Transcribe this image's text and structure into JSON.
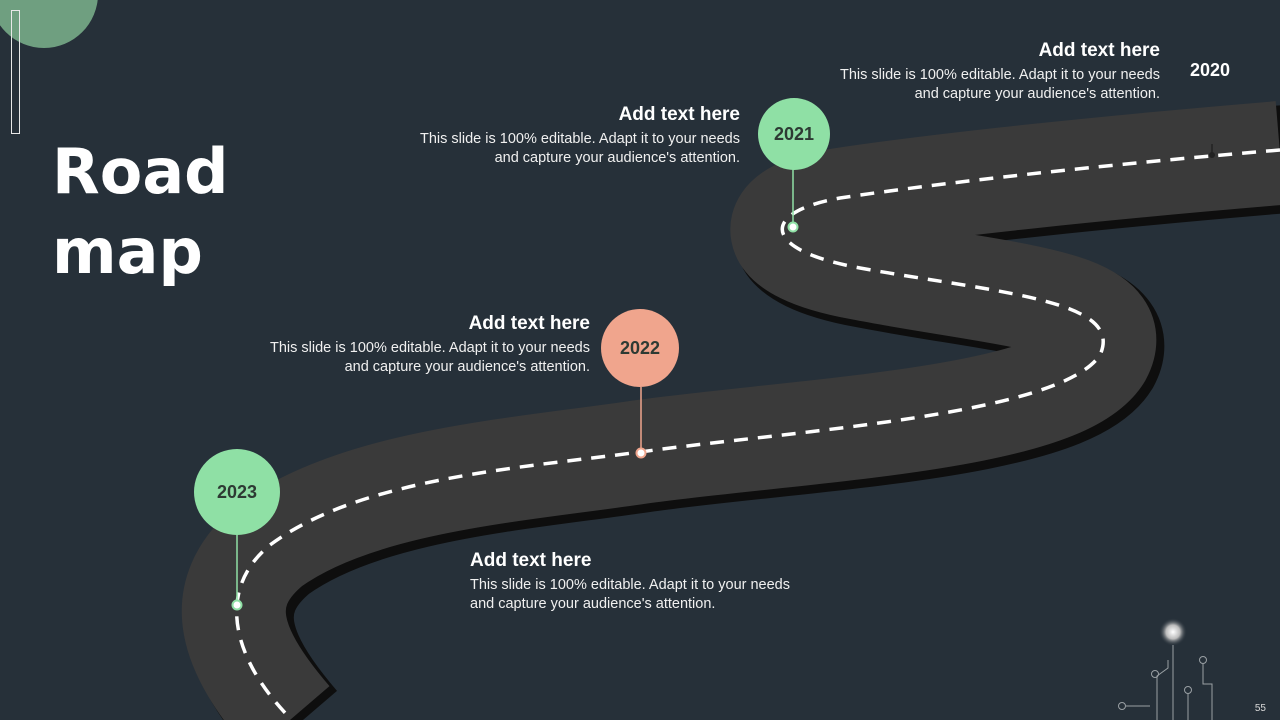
{
  "slide": {
    "title": "Road map",
    "page_number": "55"
  },
  "milestones": [
    {
      "year": "2020",
      "heading": "Add text here",
      "text": "This slide is 100% editable. Adapt it to your needs and capture your audience's attention."
    },
    {
      "year": "2021",
      "heading": "Add text here",
      "text": "This slide is 100% editable. Adapt it to your needs and capture your audience's attention."
    },
    {
      "year": "2022",
      "heading": "Add text here",
      "text": "This slide is 100% editable. Adapt it to your needs and capture your audience's attention."
    },
    {
      "year": "2023",
      "heading": "Add text here",
      "text": "This slide is 100% editable. Adapt it to your needs and capture your audience's attention."
    }
  ],
  "colors": {
    "background": "#263039",
    "road": "#3a3a3a",
    "road_shadow": "#0e0e0e",
    "marker_green": "#8fe0a5",
    "marker_salmon": "#f0a58d",
    "accent_circle": "#6f9f80"
  }
}
